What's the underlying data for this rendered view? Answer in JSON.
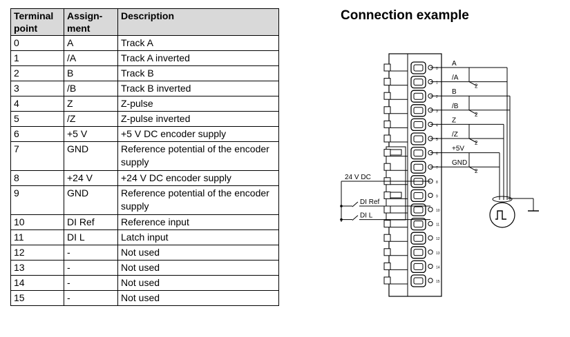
{
  "table": {
    "headers": [
      "Terminal\npoint",
      "Assign-\nment",
      "Description"
    ],
    "rows": [
      {
        "terminal": "0",
        "assignment": "A",
        "description": "Track A"
      },
      {
        "terminal": "1",
        "assignment": "/A",
        "description": "Track A inverted"
      },
      {
        "terminal": "2",
        "assignment": "B",
        "description": "Track B"
      },
      {
        "terminal": "3",
        "assignment": "/B",
        "description": "Track B inverted"
      },
      {
        "terminal": "4",
        "assignment": "Z",
        "description": "Z-pulse"
      },
      {
        "terminal": "5",
        "assignment": "/Z",
        "description": "Z-pulse inverted"
      },
      {
        "terminal": "6",
        "assignment": "+5 V",
        "description": "+5 V DC encoder supply"
      },
      {
        "terminal": "7",
        "assignment": "GND",
        "description": "Reference potential of the encoder supply"
      },
      {
        "terminal": "8",
        "assignment": "+24 V",
        "description": "+24 V DC encoder supply"
      },
      {
        "terminal": "9",
        "assignment": "GND",
        "description": "Reference potential of the encoder supply"
      },
      {
        "terminal": "10",
        "assignment": "DI Ref",
        "description": "Reference input"
      },
      {
        "terminal": "11",
        "assignment": "DI L",
        "description": "Latch input"
      },
      {
        "terminal": "12",
        "assignment": "-",
        "description": "Not used"
      },
      {
        "terminal": "13",
        "assignment": "-",
        "description": "Not used"
      },
      {
        "terminal": "14",
        "assignment": "-",
        "description": "Not used"
      },
      {
        "terminal": "15",
        "assignment": "-",
        "description": "Not used"
      }
    ]
  },
  "diagram": {
    "title": "Connection example",
    "signal_labels": [
      "A",
      "/A",
      "B",
      "/B",
      "Z",
      "/Z",
      "+5V",
      "GND"
    ],
    "pin_numbers": [
      "0",
      "1",
      "2",
      "3",
      "4",
      "5",
      "6",
      "7",
      "8",
      "9",
      "10",
      "11",
      "12",
      "13",
      "14",
      "15"
    ],
    "twist_marks": [
      "2",
      "2",
      "2",
      "2"
    ],
    "supply_label": "24 V DC",
    "input_labels": [
      "DI Ref",
      "DI L"
    ],
    "icons": [
      "terminal-block",
      "encoder-symbol",
      "ground-symbol",
      "switch-symbol"
    ]
  }
}
